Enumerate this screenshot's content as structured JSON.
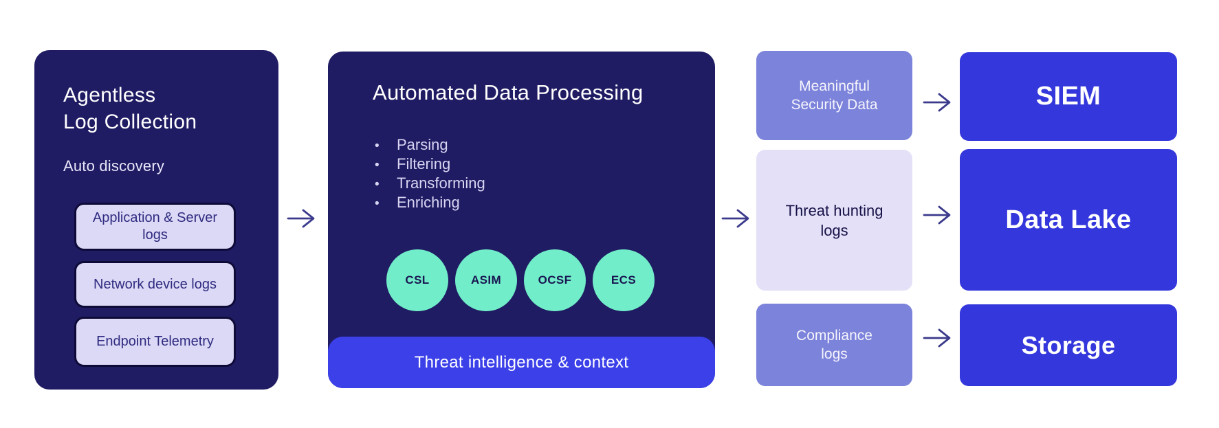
{
  "palette": {
    "navy_panel": "#201c63",
    "accent_blue": "#3437db",
    "intel_bar_blue": "#3b40e9",
    "medium_purple": "#7c83da",
    "light_lavender": "#e3e0f8",
    "chip_lavender": "#dcd9f6",
    "chip_border_navy": "#0d0a38",
    "mint_green": "#71eec9",
    "arrow_navy": "#3b3a8c",
    "white": "#ffffff"
  },
  "collection": {
    "title": "Agentless\nLog Collection",
    "subtitle": "Auto discovery",
    "sources": [
      "Application & Server\nlogs",
      "Network device logs",
      "Endpoint Telemetry"
    ]
  },
  "processing": {
    "title": "Automated Data Processing",
    "bullet_char": "•",
    "steps": [
      "Parsing",
      "Filtering",
      "Transforming",
      "Enriching"
    ],
    "schemas": [
      "CSL",
      "ASIM",
      "OCSF",
      "ECS"
    ],
    "footer": "Threat intelligence & context"
  },
  "outputs": [
    {
      "label": "Meaningful\nSecurity Data"
    },
    {
      "label": "Threat hunting\nlogs"
    },
    {
      "label": "Compliance\nlogs"
    }
  ],
  "destinations": [
    {
      "label": "SIEM"
    },
    {
      "label": "Data Lake"
    },
    {
      "label": "Storage"
    }
  ]
}
